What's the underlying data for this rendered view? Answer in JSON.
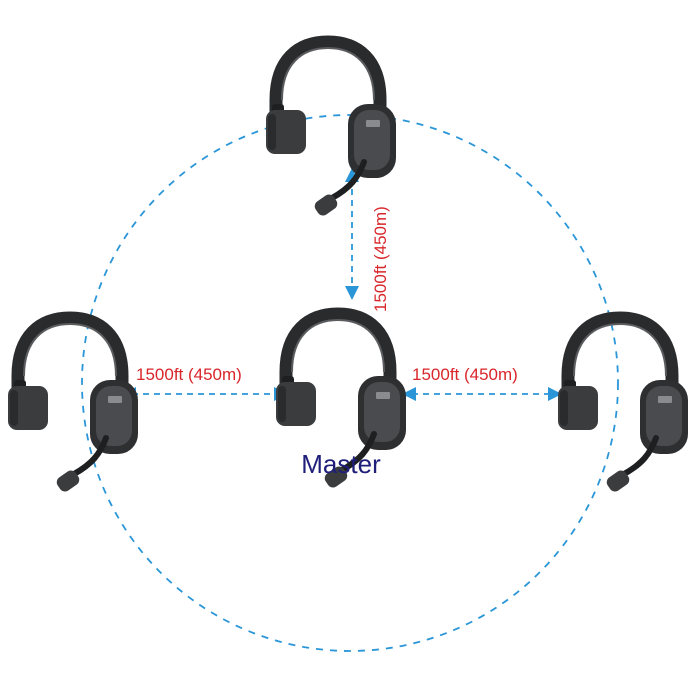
{
  "colors": {
    "range_circle": "#2a96d8",
    "arrow": "#2a96d8",
    "distance_text": "#d9262b",
    "master_text": "#1f1f7a",
    "headset_body": "#3b3c3e",
    "headset_dark": "#1e1f21",
    "headset_highlight": "#5b5c5f"
  },
  "labels": {
    "master": "Master",
    "distance_top": "1500ft (450m)",
    "distance_left": "1500ft (450m)",
    "distance_right": "1500ft (450m)"
  },
  "headsets": [
    {
      "role": "remote",
      "position": "top",
      "icon": "headset-icon"
    },
    {
      "role": "remote",
      "position": "left",
      "icon": "headset-icon"
    },
    {
      "role": "master",
      "position": "center",
      "icon": "headset-icon"
    },
    {
      "role": "remote",
      "position": "right",
      "icon": "headset-icon"
    }
  ]
}
